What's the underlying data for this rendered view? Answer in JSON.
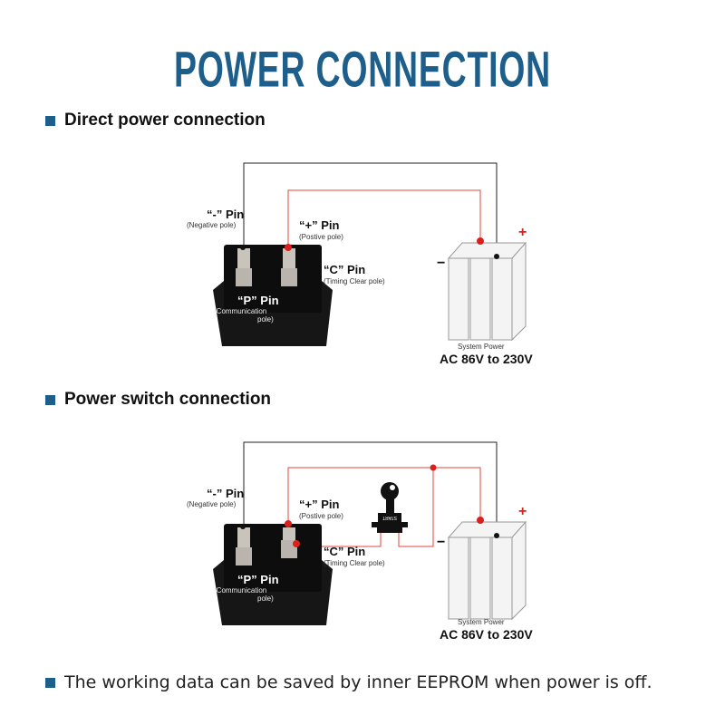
{
  "title": "POWER CONNECTION",
  "sections": [
    {
      "heading": "Direct power connection",
      "labels": {
        "neg_pin": "“-” Pin",
        "neg_sub": "(Negative pole)",
        "pos_pin": "“+” Pin",
        "pos_sub": "(Postive pole)",
        "c_pin": "“C” Pin",
        "c_sub": "(Timing Clear pole)",
        "p_pin": "“P” Pin",
        "p_sub1": "(Communication",
        "p_sub2": "pole)",
        "system_power": "System Power",
        "voltage": "AC 86V to 230V",
        "minus": "−",
        "plus": "+"
      }
    },
    {
      "heading": "Power switch connection",
      "labels": {
        "neg_pin": "“-” Pin",
        "neg_sub": "(Negative pole)",
        "pos_pin": "“+” Pin",
        "pos_sub": "(Postive pole)",
        "c_pin": "“C” Pin",
        "c_sub": "(Timing Clear pole)",
        "p_pin": "“P” Pin",
        "p_sub1": "(Communication",
        "p_sub2": "pole)",
        "system_power": "System Power",
        "voltage": "AC 86V to 230V",
        "minus": "−",
        "plus": "+",
        "switch_text": "START"
      }
    }
  ],
  "note": "The working data can be saved by inner EEPROM when power is off.",
  "colors": {
    "accent": "#1d5f8a",
    "wire_red": "#e0463f",
    "dot_red": "#d9201b",
    "wire_black": "#222222"
  }
}
